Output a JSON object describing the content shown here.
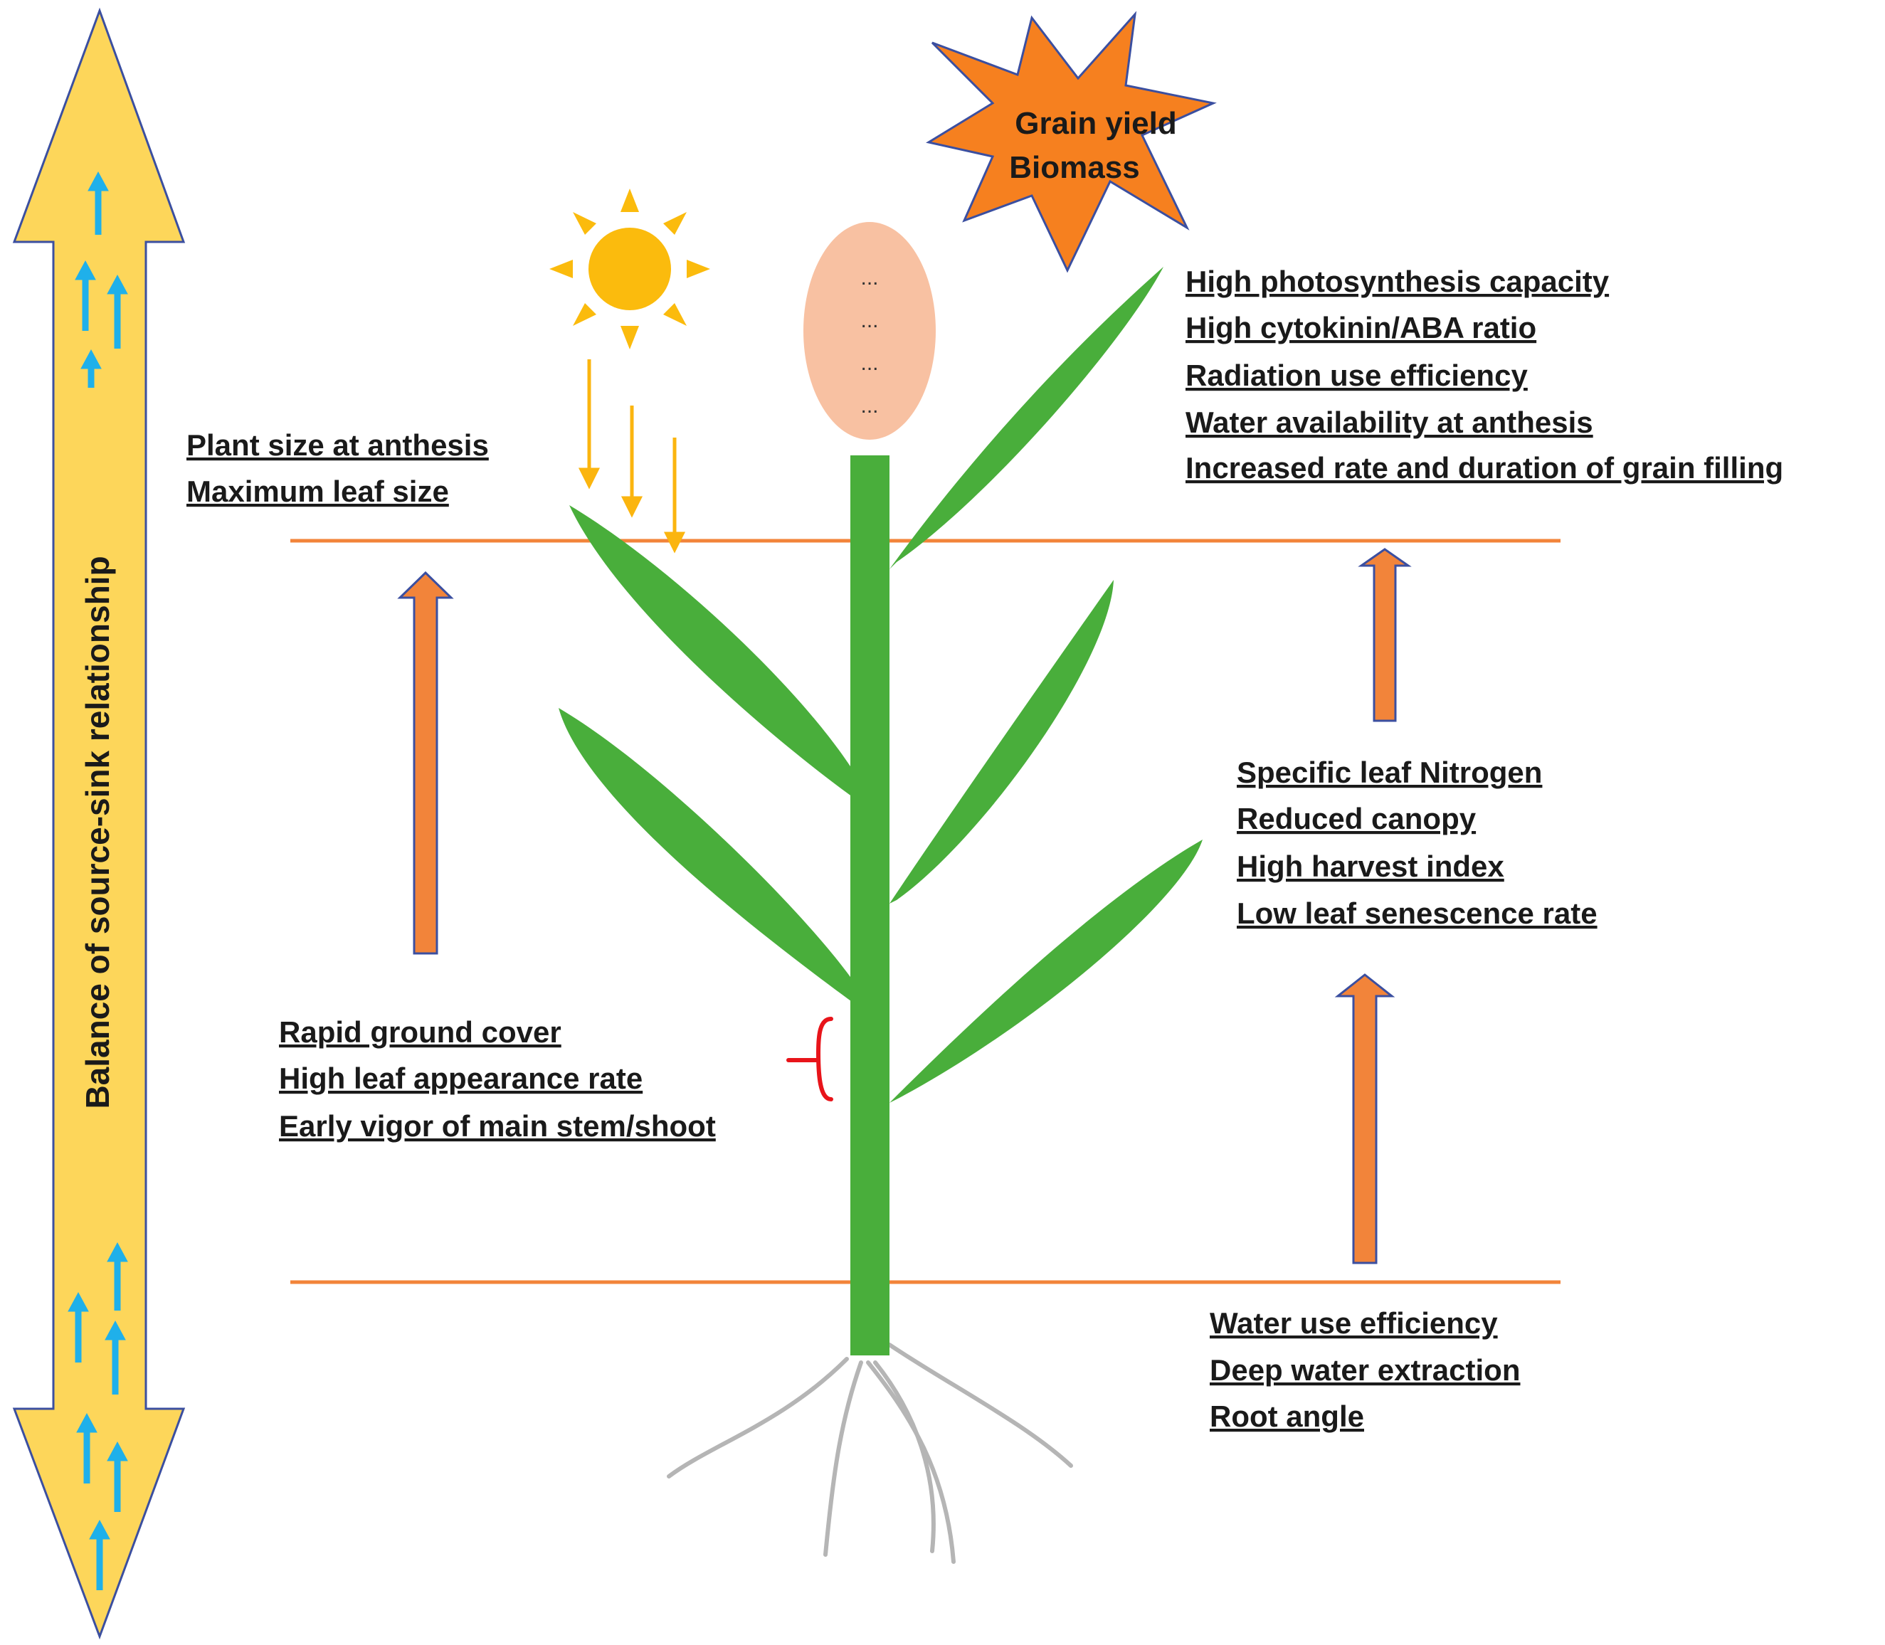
{
  "colors": {
    "stem": "#49ae3b",
    "leaf": "#49ae3b",
    "ear": "#f8c1a2",
    "star_fill": "#f6801f",
    "star_stroke": "#3b4fa0",
    "sun": "#fbbb0d",
    "sun_arrows": "#fbb50f",
    "orange_line": "#f2843a",
    "orange_arrow": "#f2843a",
    "orange_arrow_stroke": "#3b4fa0",
    "balance_arrow": "#fdd65a",
    "balance_arrow_stroke": "#3b4fa0",
    "small_blue_arrows": "#1fb0ea",
    "roots": "#b5b5b5",
    "inhibition_mark": "#e8141a"
  },
  "star": {
    "line1": "Grain yield",
    "line2": "Biomass"
  },
  "ear": {
    "dots": [
      "...",
      "...",
      "...",
      "..."
    ]
  },
  "balance_label": "Balance of source-sink relationship",
  "traits": {
    "top_left": [
      "Plant size at anthesis",
      "Maximum leaf size"
    ],
    "top_right": [
      "High photosynthesis capacity",
      "High cytokinin/ABA ratio",
      "Radiation use efficiency",
      "Water availability at anthesis",
      "Increased rate and duration of grain filling"
    ],
    "middle_right": [
      "Specific leaf Nitrogen",
      "Reduced canopy",
      "High harvest index",
      "Low leaf senescence rate"
    ],
    "middle_left": [
      "Rapid ground cover",
      "High leaf appearance rate",
      "Early vigor of main stem/shoot"
    ],
    "bottom_right": [
      "Water use efficiency",
      "Deep water extraction",
      "Root angle"
    ]
  },
  "icons": {
    "sun": "sun-icon",
    "star": "starburst-icon",
    "inhibition": "inhibition-icon"
  }
}
